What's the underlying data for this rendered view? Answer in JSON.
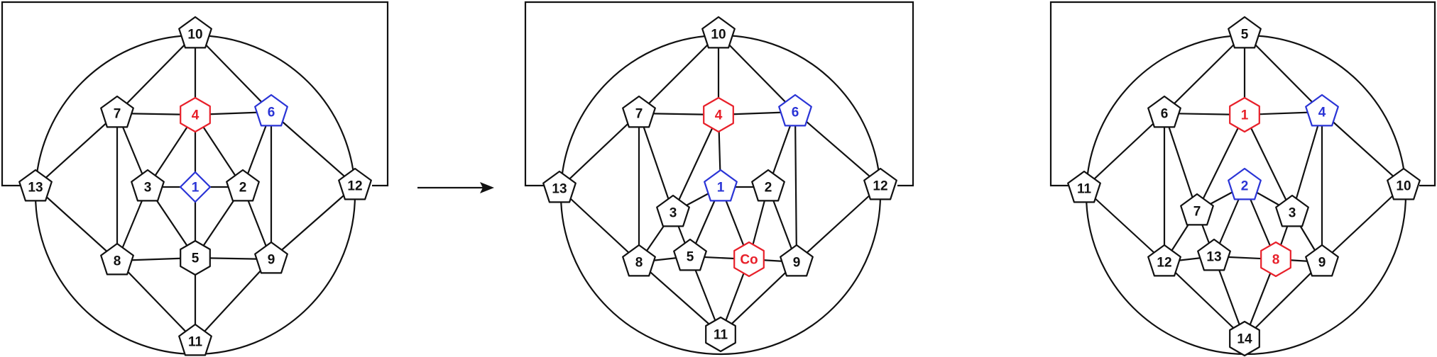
{
  "colors": {
    "black": "#111111",
    "red": "#e8202a",
    "blue": "#2a34d6"
  },
  "diagrams": [
    {
      "id": "left",
      "faces": [
        {
          "id": "10",
          "label": "10",
          "color": "black",
          "shape": 5
        },
        {
          "id": "7",
          "label": "7",
          "color": "black",
          "shape": 5
        },
        {
          "id": "4",
          "label": "4",
          "color": "red",
          "shape": 6
        },
        {
          "id": "6",
          "label": "6",
          "color": "blue",
          "shape": 5
        },
        {
          "id": "3",
          "label": "3",
          "color": "black",
          "shape": 5
        },
        {
          "id": "1",
          "label": "1",
          "color": "blue",
          "shape": 4
        },
        {
          "id": "2",
          "label": "2",
          "color": "black",
          "shape": 5
        },
        {
          "id": "13",
          "label": "13",
          "color": "black",
          "shape": 5
        },
        {
          "id": "12",
          "label": "12",
          "color": "black",
          "shape": 5
        },
        {
          "id": "8",
          "label": "8",
          "color": "black",
          "shape": 5
        },
        {
          "id": "5",
          "label": "5",
          "color": "black",
          "shape": 6
        },
        {
          "id": "9",
          "label": "9",
          "color": "black",
          "shape": 5
        },
        {
          "id": "11",
          "label": "11",
          "color": "black",
          "shape": 5
        }
      ]
    },
    {
      "id": "middle",
      "faces": [
        {
          "id": "10",
          "label": "10",
          "color": "black",
          "shape": 5
        },
        {
          "id": "7",
          "label": "7",
          "color": "black",
          "shape": 5
        },
        {
          "id": "4",
          "label": "4",
          "color": "red",
          "shape": 6
        },
        {
          "id": "6",
          "label": "6",
          "color": "blue",
          "shape": 5
        },
        {
          "id": "3",
          "label": "3",
          "color": "black",
          "shape": 5
        },
        {
          "id": "1",
          "label": "1",
          "color": "blue",
          "shape": 5
        },
        {
          "id": "2",
          "label": "2",
          "color": "black",
          "shape": 5
        },
        {
          "id": "13",
          "label": "13",
          "color": "black",
          "shape": 5
        },
        {
          "id": "12",
          "label": "12",
          "color": "black",
          "shape": 5
        },
        {
          "id": "8",
          "label": "8",
          "color": "black",
          "shape": 5
        },
        {
          "id": "5",
          "label": "5",
          "color": "black",
          "shape": 5
        },
        {
          "id": "Co",
          "label": "Co",
          "color": "red",
          "shape": 6
        },
        {
          "id": "9",
          "label": "9",
          "color": "black",
          "shape": 5
        },
        {
          "id": "11",
          "label": "11",
          "color": "black",
          "shape": 6
        }
      ]
    },
    {
      "id": "right",
      "faces": [
        {
          "id": "5",
          "label": "5",
          "color": "black",
          "shape": 5
        },
        {
          "id": "6",
          "label": "6",
          "color": "black",
          "shape": 5
        },
        {
          "id": "1",
          "label": "1",
          "color": "red",
          "shape": 6
        },
        {
          "id": "4",
          "label": "4",
          "color": "blue",
          "shape": 5
        },
        {
          "id": "7",
          "label": "7",
          "color": "black",
          "shape": 5
        },
        {
          "id": "2",
          "label": "2",
          "color": "blue",
          "shape": 5
        },
        {
          "id": "3",
          "label": "3",
          "color": "black",
          "shape": 5
        },
        {
          "id": "11",
          "label": "11",
          "color": "black",
          "shape": 5
        },
        {
          "id": "10",
          "label": "10",
          "color": "black",
          "shape": 5
        },
        {
          "id": "12",
          "label": "12",
          "color": "black",
          "shape": 5
        },
        {
          "id": "13",
          "label": "13",
          "color": "black",
          "shape": 5
        },
        {
          "id": "8",
          "label": "8",
          "color": "red",
          "shape": 6
        },
        {
          "id": "9",
          "label": "9",
          "color": "black",
          "shape": 5
        },
        {
          "id": "14",
          "label": "14",
          "color": "black",
          "shape": 6
        }
      ]
    }
  ]
}
